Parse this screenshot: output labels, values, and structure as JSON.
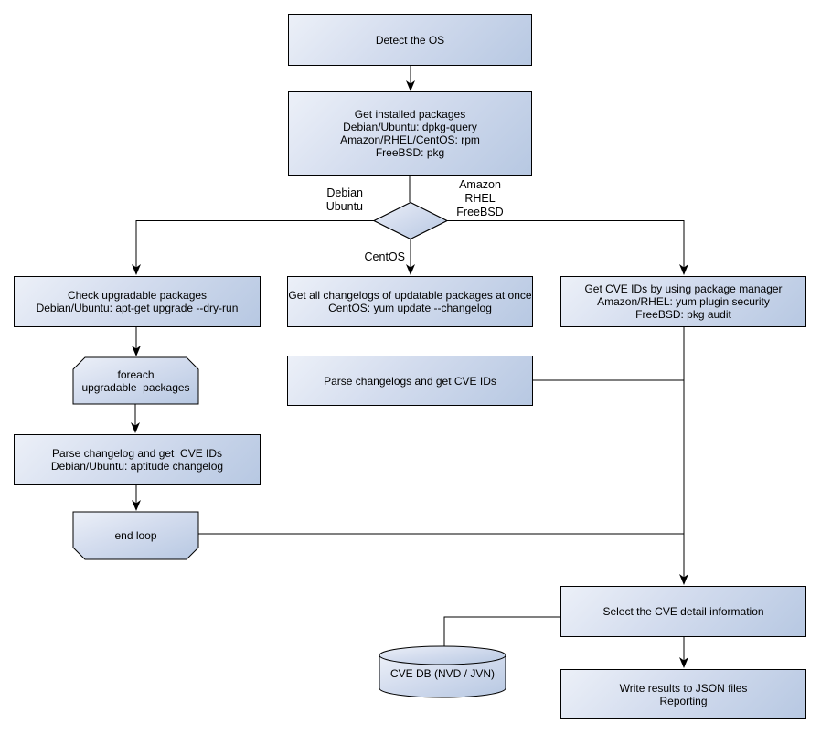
{
  "diagram": {
    "type": "flowchart",
    "colors": {
      "node_fill_light": "#ecf0f8",
      "node_fill_dark": "#b7c8e2",
      "node_border": "#000000",
      "connector": "#000000",
      "text": "#000000",
      "background": "#ffffff"
    },
    "nodes": {
      "detect_os": "Detect the OS",
      "get_installed_packages": "Get installed packages\nDebian/Ubuntu: dpkg-query\nAmazon/RHEL/CentOS: rpm\nFreeBSD: pkg",
      "check_upgradable": "Check upgradable packages\nDebian/Ubuntu: apt-get upgrade --dry-run",
      "foreach_loop": "foreach\nupgradable  packages",
      "parse_changelog_left": "Parse changelog and get  CVE IDs\nDebian/Ubuntu: aptitude changelog",
      "end_loop": "end loop",
      "get_all_changelogs": "Get all changelogs of updatable packages at once\nCentOS: yum update --changelog",
      "parse_changelogs_mid": "Parse changelogs and get CVE IDs",
      "get_cve_ids_pkg_mgr": "Get CVE IDs by using package manager\nAmazon/RHEL: yum plugin security\nFreeBSD: pkg audit",
      "select_cve_detail": "Select the CVE detail information",
      "cve_db": "CVE DB (NVD / JVN)",
      "write_results": "Write results to JSON files\nReporting"
    },
    "edge_labels": {
      "left_branch": "Debian\nUbuntu",
      "right_branch": "Amazon\nRHEL\nFreeBSD",
      "down_branch": "CentOS"
    }
  }
}
